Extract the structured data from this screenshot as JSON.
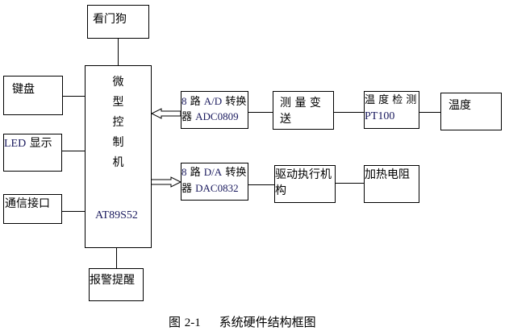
{
  "diagram": {
    "watchdog": "看门狗",
    "mcu": {
      "chars": [
        "微",
        "型",
        "控",
        "制",
        "机"
      ],
      "model": "AT89S52"
    },
    "keyboard": "键盘",
    "led_prefix": "LED",
    "led_suffix": "显示",
    "comm": "通信接口",
    "alarm": "报警提醒",
    "adc": {
      "line1_num": "8",
      "line1_a": "路",
      "line1_b": "A/D",
      "line1_c": "转换",
      "line2_a": "器",
      "line2_b": "ADC0809"
    },
    "dac": {
      "line1_num": "8",
      "line1_a": "路",
      "line1_b": "D/A",
      "line1_c": "转换",
      "line2_a": "器",
      "line2_b": "DAC0832"
    },
    "transmitter": {
      "line1": "测 量 变",
      "line2": "送"
    },
    "temp_detect": {
      "line1": "温 度 检 测",
      "line2": "PT100"
    },
    "temperature": "温度",
    "driver": {
      "line1": "驱动执行机",
      "line2": "构"
    },
    "heater": "加热电阻"
  },
  "caption": {
    "prefix": "图",
    "number": "2-1",
    "title": "系统硬件结构框图"
  }
}
